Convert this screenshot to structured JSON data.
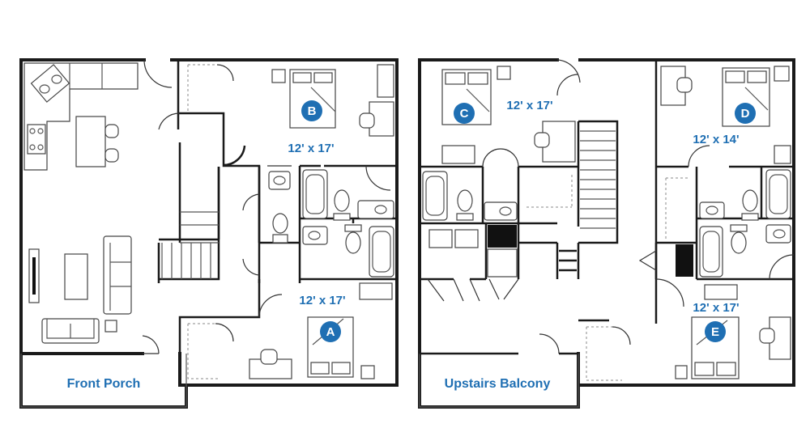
{
  "left_unit": {
    "room_b": {
      "letter": "B",
      "size": "12' x 17'"
    },
    "room_a": {
      "letter": "A",
      "size": "12' x 17'"
    },
    "porch_label": "Front Porch"
  },
  "right_unit": {
    "room_c": {
      "letter": "C",
      "size": "12' x 17'"
    },
    "room_d": {
      "letter": "D",
      "size": "12' x 14'"
    },
    "room_e": {
      "letter": "E",
      "size": "12' x 17'"
    },
    "balcony_label": "Upstairs Balcony"
  },
  "colors": {
    "accent": "#1f6fb3",
    "wall": "#1a1a1a"
  }
}
